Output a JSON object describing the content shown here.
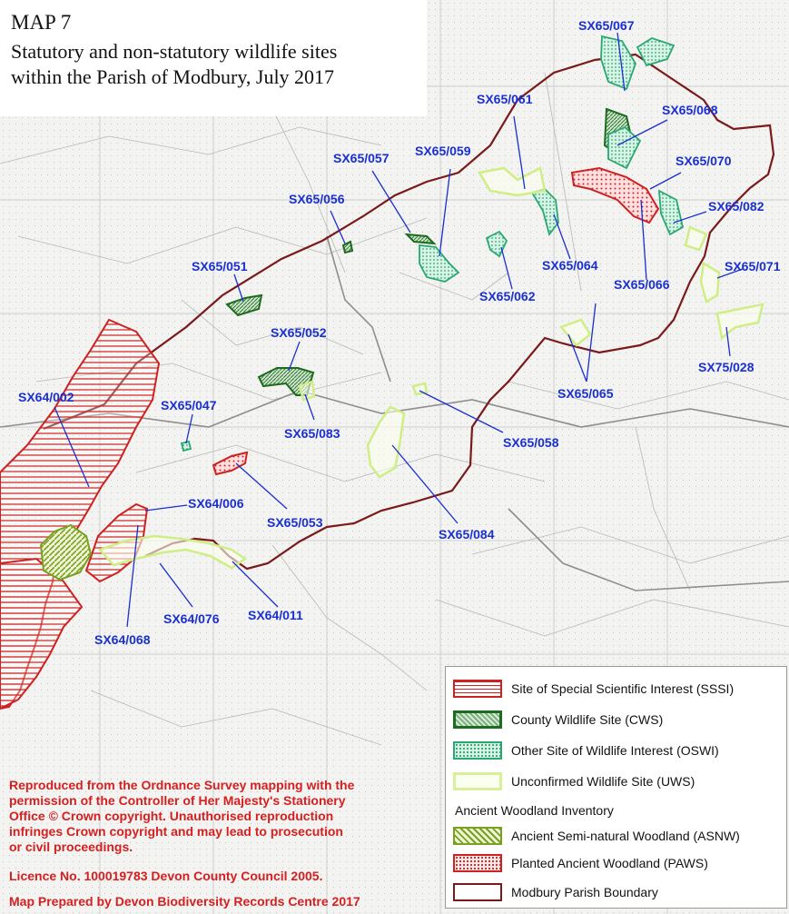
{
  "title": {
    "line1": "MAP 7",
    "line2": "Statutory and non-statutory wildlife sites",
    "line3": "within the Parish of Modbury, July 2017"
  },
  "colors": {
    "label": "#1a2fd0",
    "boundary": "#7a1a1a",
    "sssi": "#cc2222",
    "cws": "#1e6a1e",
    "oswi": "#2aa872",
    "uws": "#d8f09a",
    "asnw": "#7aa020",
    "credits": "#d42020"
  },
  "site_labels": [
    "SX65/067",
    "SX65/061",
    "SX65/068",
    "SX65/057",
    "SX65/059",
    "SX65/070",
    "SX65/056",
    "SX65/082",
    "SX65/064",
    "SX65/071",
    "SX65/051",
    "SX65/066",
    "SX65/062",
    "SX65/052",
    "SX75/028",
    "SX64/002",
    "SX65/065",
    "SX65/047",
    "SX65/083",
    "SX65/058",
    "SX64/006",
    "SX65/053",
    "SX65/084",
    "SX64/076",
    "SX64/011",
    "SX64/068"
  ],
  "legend": {
    "sssi": "Site of Special Scientific Interest (SSSI)",
    "cws": "County Wildlife Site (CWS)",
    "oswi": "Other Site of Wildlife Interest (OSWI)",
    "uws": "Unconfirmed Wildlife Site (UWS)",
    "awi_heading": "Ancient Woodland Inventory",
    "asnw": "Ancient Semi-natural Woodland (ASNW)",
    "paws": "Planted Ancient Woodland (PAWS)",
    "boundary": "Modbury Parish Boundary"
  },
  "credits": {
    "line1": "Reproduced from the Ordnance Survey mapping with the",
    "line2": "permission of the Controller of Her Majesty's Stationery",
    "line3": "Office © Crown copyright. Unauthorised reproduction",
    "line4": "infringes Crown copyright and may lead to prosecution",
    "line5": "or civil proceedings.",
    "licence": "Licence No. 100019783 Devon County Council 2005.",
    "prepared": "Map Prepared by Devon Biodiversity Records Centre 2017"
  }
}
